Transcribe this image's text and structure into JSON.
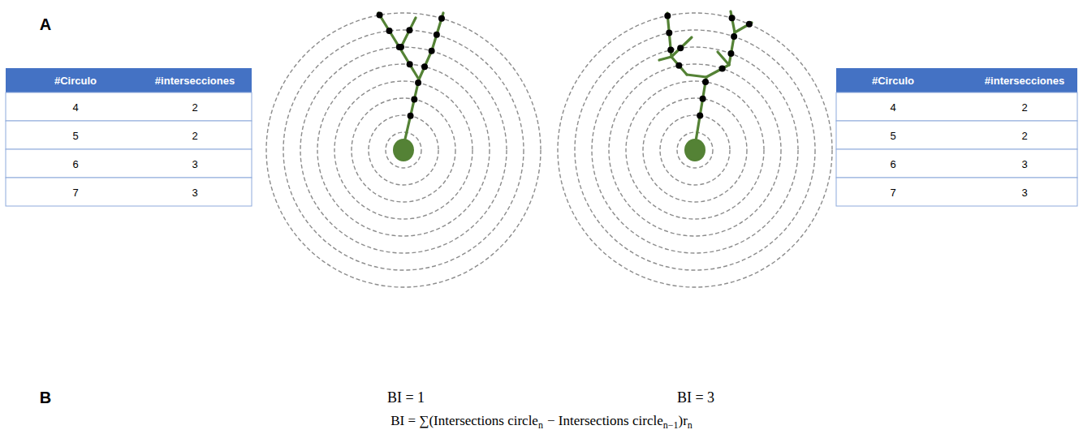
{
  "diagram": {
    "labels": [
      "A",
      "#Circulo",
      "#intersecciones",
      "4",
      "2",
      "5",
      "2",
      "6",
      "3",
      "7",
      "3",
      "#Circulo",
      "#intersecciones",
      "4",
      "2",
      "5",
      "2",
      "6",
      "3",
      "7",
      "3",
      "B",
      "BI = 1",
      "BI = 3",
      "BI = ∑(Intersections circle",
      "n",
      "− Intersections circle",
      "n−1",
      ")r",
      "n"
    ]
  }
}
